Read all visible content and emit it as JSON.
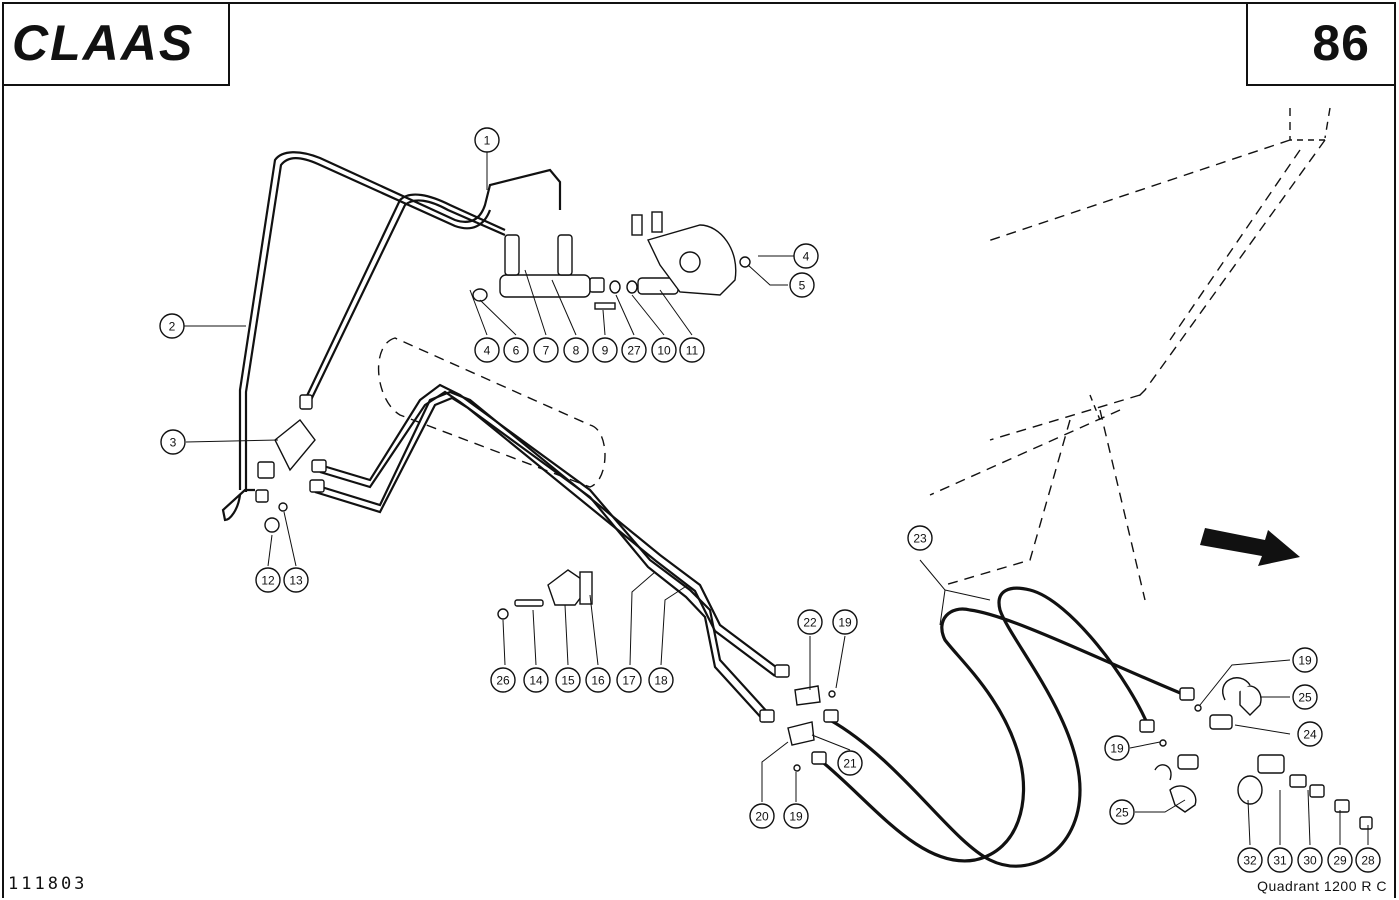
{
  "header": {
    "brand": "CLAAS",
    "page_number": "86"
  },
  "footer": {
    "drawing_number": "111803",
    "model": "Quadrant 1200 R C"
  },
  "callouts": [
    {
      "id": "c1",
      "label": "1"
    },
    {
      "id": "c2",
      "label": "2"
    },
    {
      "id": "c3",
      "label": "3"
    },
    {
      "id": "c4a",
      "label": "4"
    },
    {
      "id": "c5",
      "label": "5"
    },
    {
      "id": "c4b",
      "label": "4"
    },
    {
      "id": "c6",
      "label": "6"
    },
    {
      "id": "c7",
      "label": "7"
    },
    {
      "id": "c8",
      "label": "8"
    },
    {
      "id": "c9",
      "label": "9"
    },
    {
      "id": "c27",
      "label": "27"
    },
    {
      "id": "c10",
      "label": "10"
    },
    {
      "id": "c11",
      "label": "11"
    },
    {
      "id": "c12",
      "label": "12"
    },
    {
      "id": "c13",
      "label": "13"
    },
    {
      "id": "c23",
      "label": "23"
    },
    {
      "id": "c22",
      "label": "22"
    },
    {
      "id": "c19a",
      "label": "19"
    },
    {
      "id": "c19b",
      "label": "19"
    },
    {
      "id": "c25a",
      "label": "25"
    },
    {
      "id": "c24",
      "label": "24"
    },
    {
      "id": "c19c",
      "label": "19"
    },
    {
      "id": "c21",
      "label": "21"
    },
    {
      "id": "c25b",
      "label": "25"
    },
    {
      "id": "c26",
      "label": "26"
    },
    {
      "id": "c14",
      "label": "14"
    },
    {
      "id": "c15",
      "label": "15"
    },
    {
      "id": "c16",
      "label": "16"
    },
    {
      "id": "c17",
      "label": "17"
    },
    {
      "id": "c18",
      "label": "18"
    },
    {
      "id": "c20",
      "label": "20"
    },
    {
      "id": "c19d",
      "label": "19"
    },
    {
      "id": "c32",
      "label": "32"
    },
    {
      "id": "c31",
      "label": "31"
    },
    {
      "id": "c30",
      "label": "30"
    },
    {
      "id": "c29",
      "label": "29"
    },
    {
      "id": "c28",
      "label": "28"
    }
  ]
}
